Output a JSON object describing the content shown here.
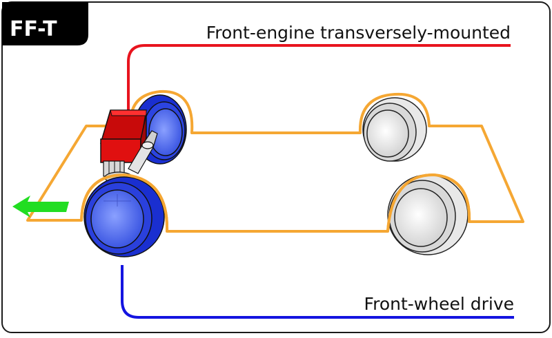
{
  "badge": {
    "label": "FF-T"
  },
  "labels": {
    "engine_layout": "Front-engine transversely-mounted",
    "drive_type": "Front-wheel drive"
  },
  "colors": {
    "engine_line": "#e8141e",
    "drive_line": "#1414e0",
    "chassis": "#f5a733",
    "driven_wheel": "#1a2fd0",
    "driven_wheel_inner": "#4f6cf0",
    "free_wheel": "#e8e8e8",
    "engine_block": "#e01010",
    "direction_arrow": "#22dd22",
    "badge_bg": "#000000",
    "badge_text": "#ffffff"
  },
  "icons": {
    "direction": "arrow-left-icon"
  }
}
